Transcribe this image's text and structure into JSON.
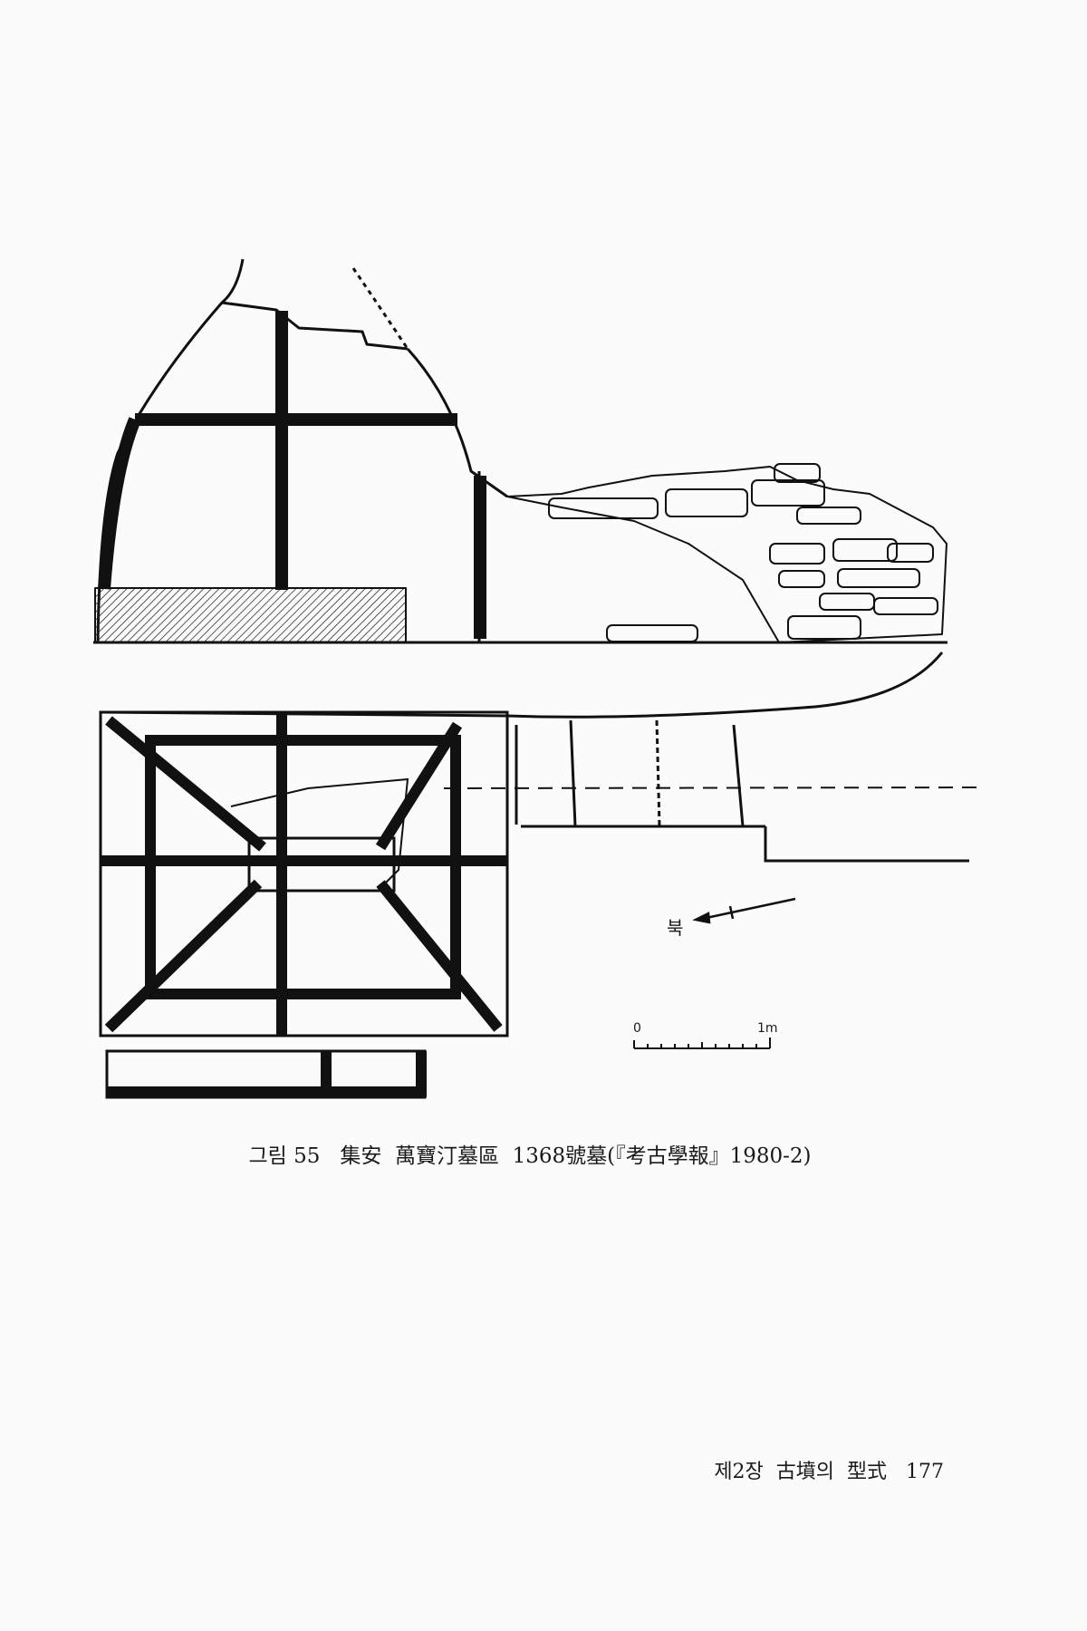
{
  "figure": {
    "caption": "그림 55   集安  萬寶汀墓區  1368號墓(『考古學報』1980-2)",
    "north_label": "북",
    "scale_start": "0",
    "scale_end": "1m"
  },
  "footer": {
    "running_head": "제2장  古墳의  型式",
    "page_number": "177"
  }
}
